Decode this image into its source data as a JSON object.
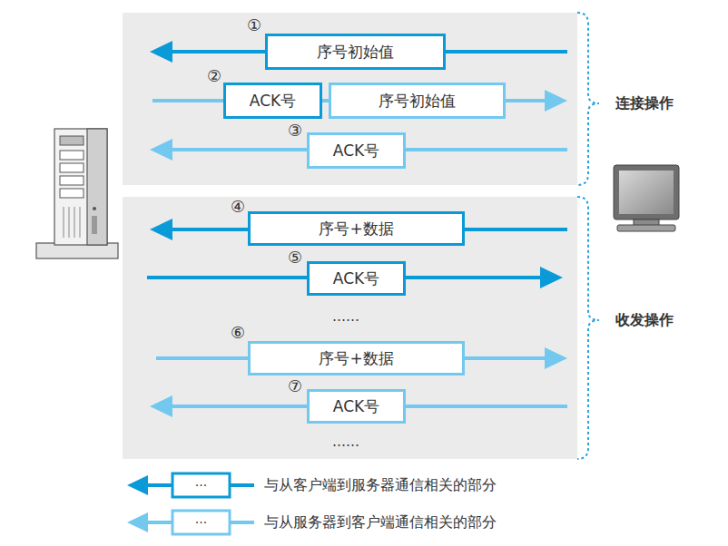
{
  "diagram": {
    "nodes": [
      {
        "text": [
          "序号初始值"
        ]
      },
      {
        "text": [
          "ACK号"
        ]
      },
      {
        "text": [
          "序号初始值"
        ]
      },
      {
        "text": [
          "ACK号"
        ]
      },
      {
        "text": [
          "序号+数据"
        ]
      },
      {
        "text": [
          "ACK号"
        ]
      },
      {
        "text": [
          "序号+数据"
        ]
      },
      {
        "text": [
          "ACK号"
        ]
      }
    ],
    "labels": [
      "①",
      "②",
      "③",
      "④",
      "⑤",
      "……",
      "⑥",
      "⑦",
      "……",
      "连接操作",
      "收发操作",
      "···",
      "···"
    ],
    "legend": [
      {
        "text": "与从客户端到服务器通信相关的部分"
      },
      {
        "text": "与从服务器到客户端通信相关的部分"
      }
    ]
  }
}
